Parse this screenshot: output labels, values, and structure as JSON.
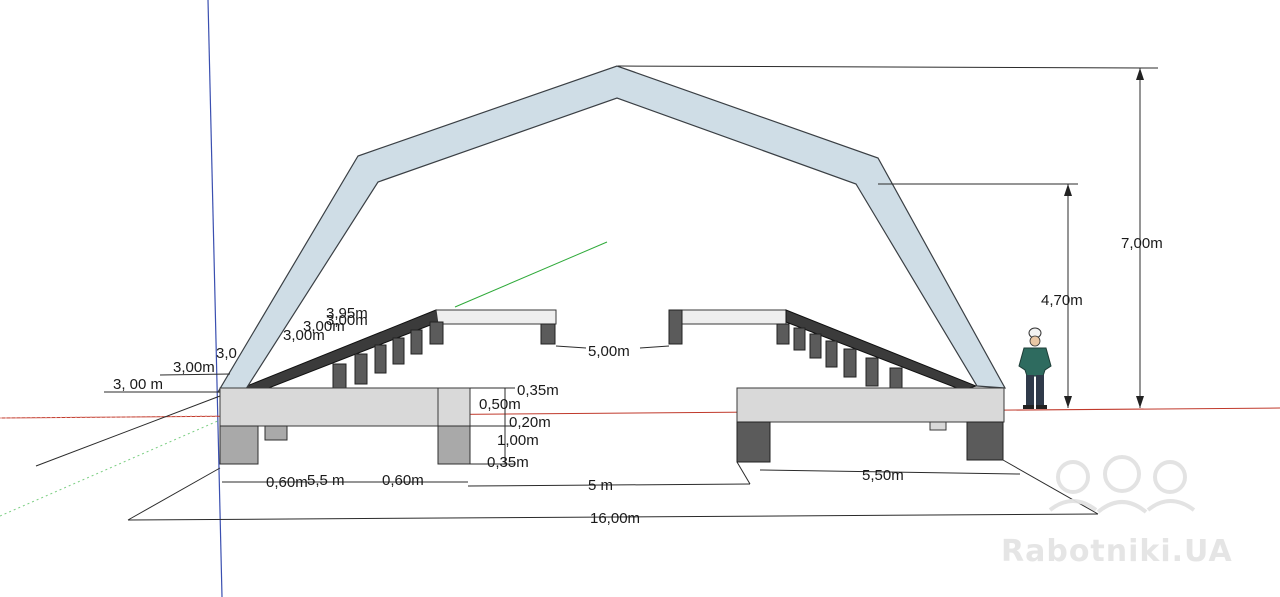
{
  "dimensions": {
    "total_height": "7,00m",
    "wall_height": "4,70m",
    "gap_top": "5,00m",
    "depth_1": "3, 00 m",
    "depth_2": "3,00m",
    "depth_3": "3,0",
    "depth_4": "3,00m",
    "depth_5": "3,00m",
    "depth_6": "3,95m",
    "depth_7": "3,00m",
    "slab_035_top": "0,35m",
    "slab_050": "0,50m",
    "slab_020": "0,20m",
    "post_100": "1,00m",
    "post_035": "0,35m",
    "post_060_left": "0,60m",
    "span_55": "5,5 m",
    "post_060_right": "0,60m",
    "center_gap": "5 m",
    "right_span": "5,50m",
    "overall": "16,00m"
  },
  "watermark": {
    "text": "Rabotniki.UA"
  },
  "colors": {
    "arch_fill": "#cfdde6",
    "axis_red": "#c0392b",
    "axis_green": "#27ae60",
    "axis_blue": "#2c3e9e"
  },
  "icons": [
    "worker-figure-icon",
    "helmet-logo-icon"
  ]
}
